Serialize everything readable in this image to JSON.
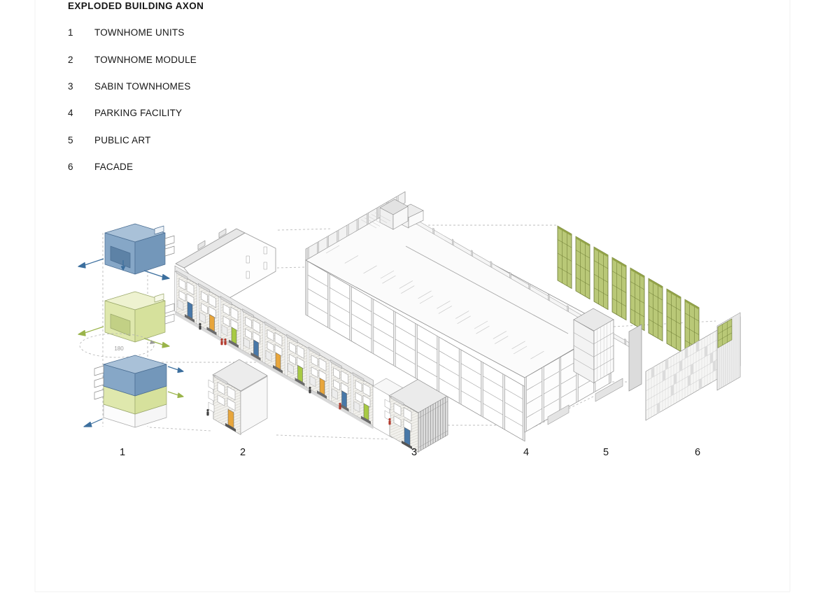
{
  "title": "EXPLODED BUILDING AXON",
  "legend": {
    "items": [
      {
        "num": "1",
        "label": "TOWNHOME UNITS"
      },
      {
        "num": "2",
        "label": "TOWNHOME MODULE"
      },
      {
        "num": "3",
        "label": "SABIN TOWNHOMES"
      },
      {
        "num": "4",
        "label": "PARKING FACILITY"
      },
      {
        "num": "5",
        "label": "PUBLIC ART"
      },
      {
        "num": "6",
        "label": "FACADE"
      }
    ]
  },
  "axon": {
    "rotation_label": "180",
    "callouts": [
      {
        "num": "1"
      },
      {
        "num": "2"
      },
      {
        "num": "3"
      },
      {
        "num": "4"
      },
      {
        "num": "5"
      },
      {
        "num": "6"
      }
    ]
  },
  "colors": {
    "ink": "#161616",
    "line": "#8a8a8a",
    "dash": "#bcbcbc",
    "unit-blue": "#86a7c7",
    "unit-blue-top": "#a9c1d8",
    "unit-blue-side": "#7397ba",
    "unit-blue-dark": "#5d82a6",
    "arrow-blue": "#3c6f9e",
    "unit-green": "#dfe8ad",
    "unit-green-top": "#eef2d0",
    "unit-green-side": "#d6e19c",
    "unit-green-dark": "#c2d085",
    "arrow-green": "#9ab44a",
    "door-blue": "#4878a8",
    "door-orange": "#e8a63c",
    "door-green": "#a8ca44",
    "panel-green": "#b9c877",
    "panel-green-line": "#68762f",
    "panel-green-cap": "#93a348",
    "person-red": "#b3392c",
    "person-dark": "#3f3f3f"
  }
}
